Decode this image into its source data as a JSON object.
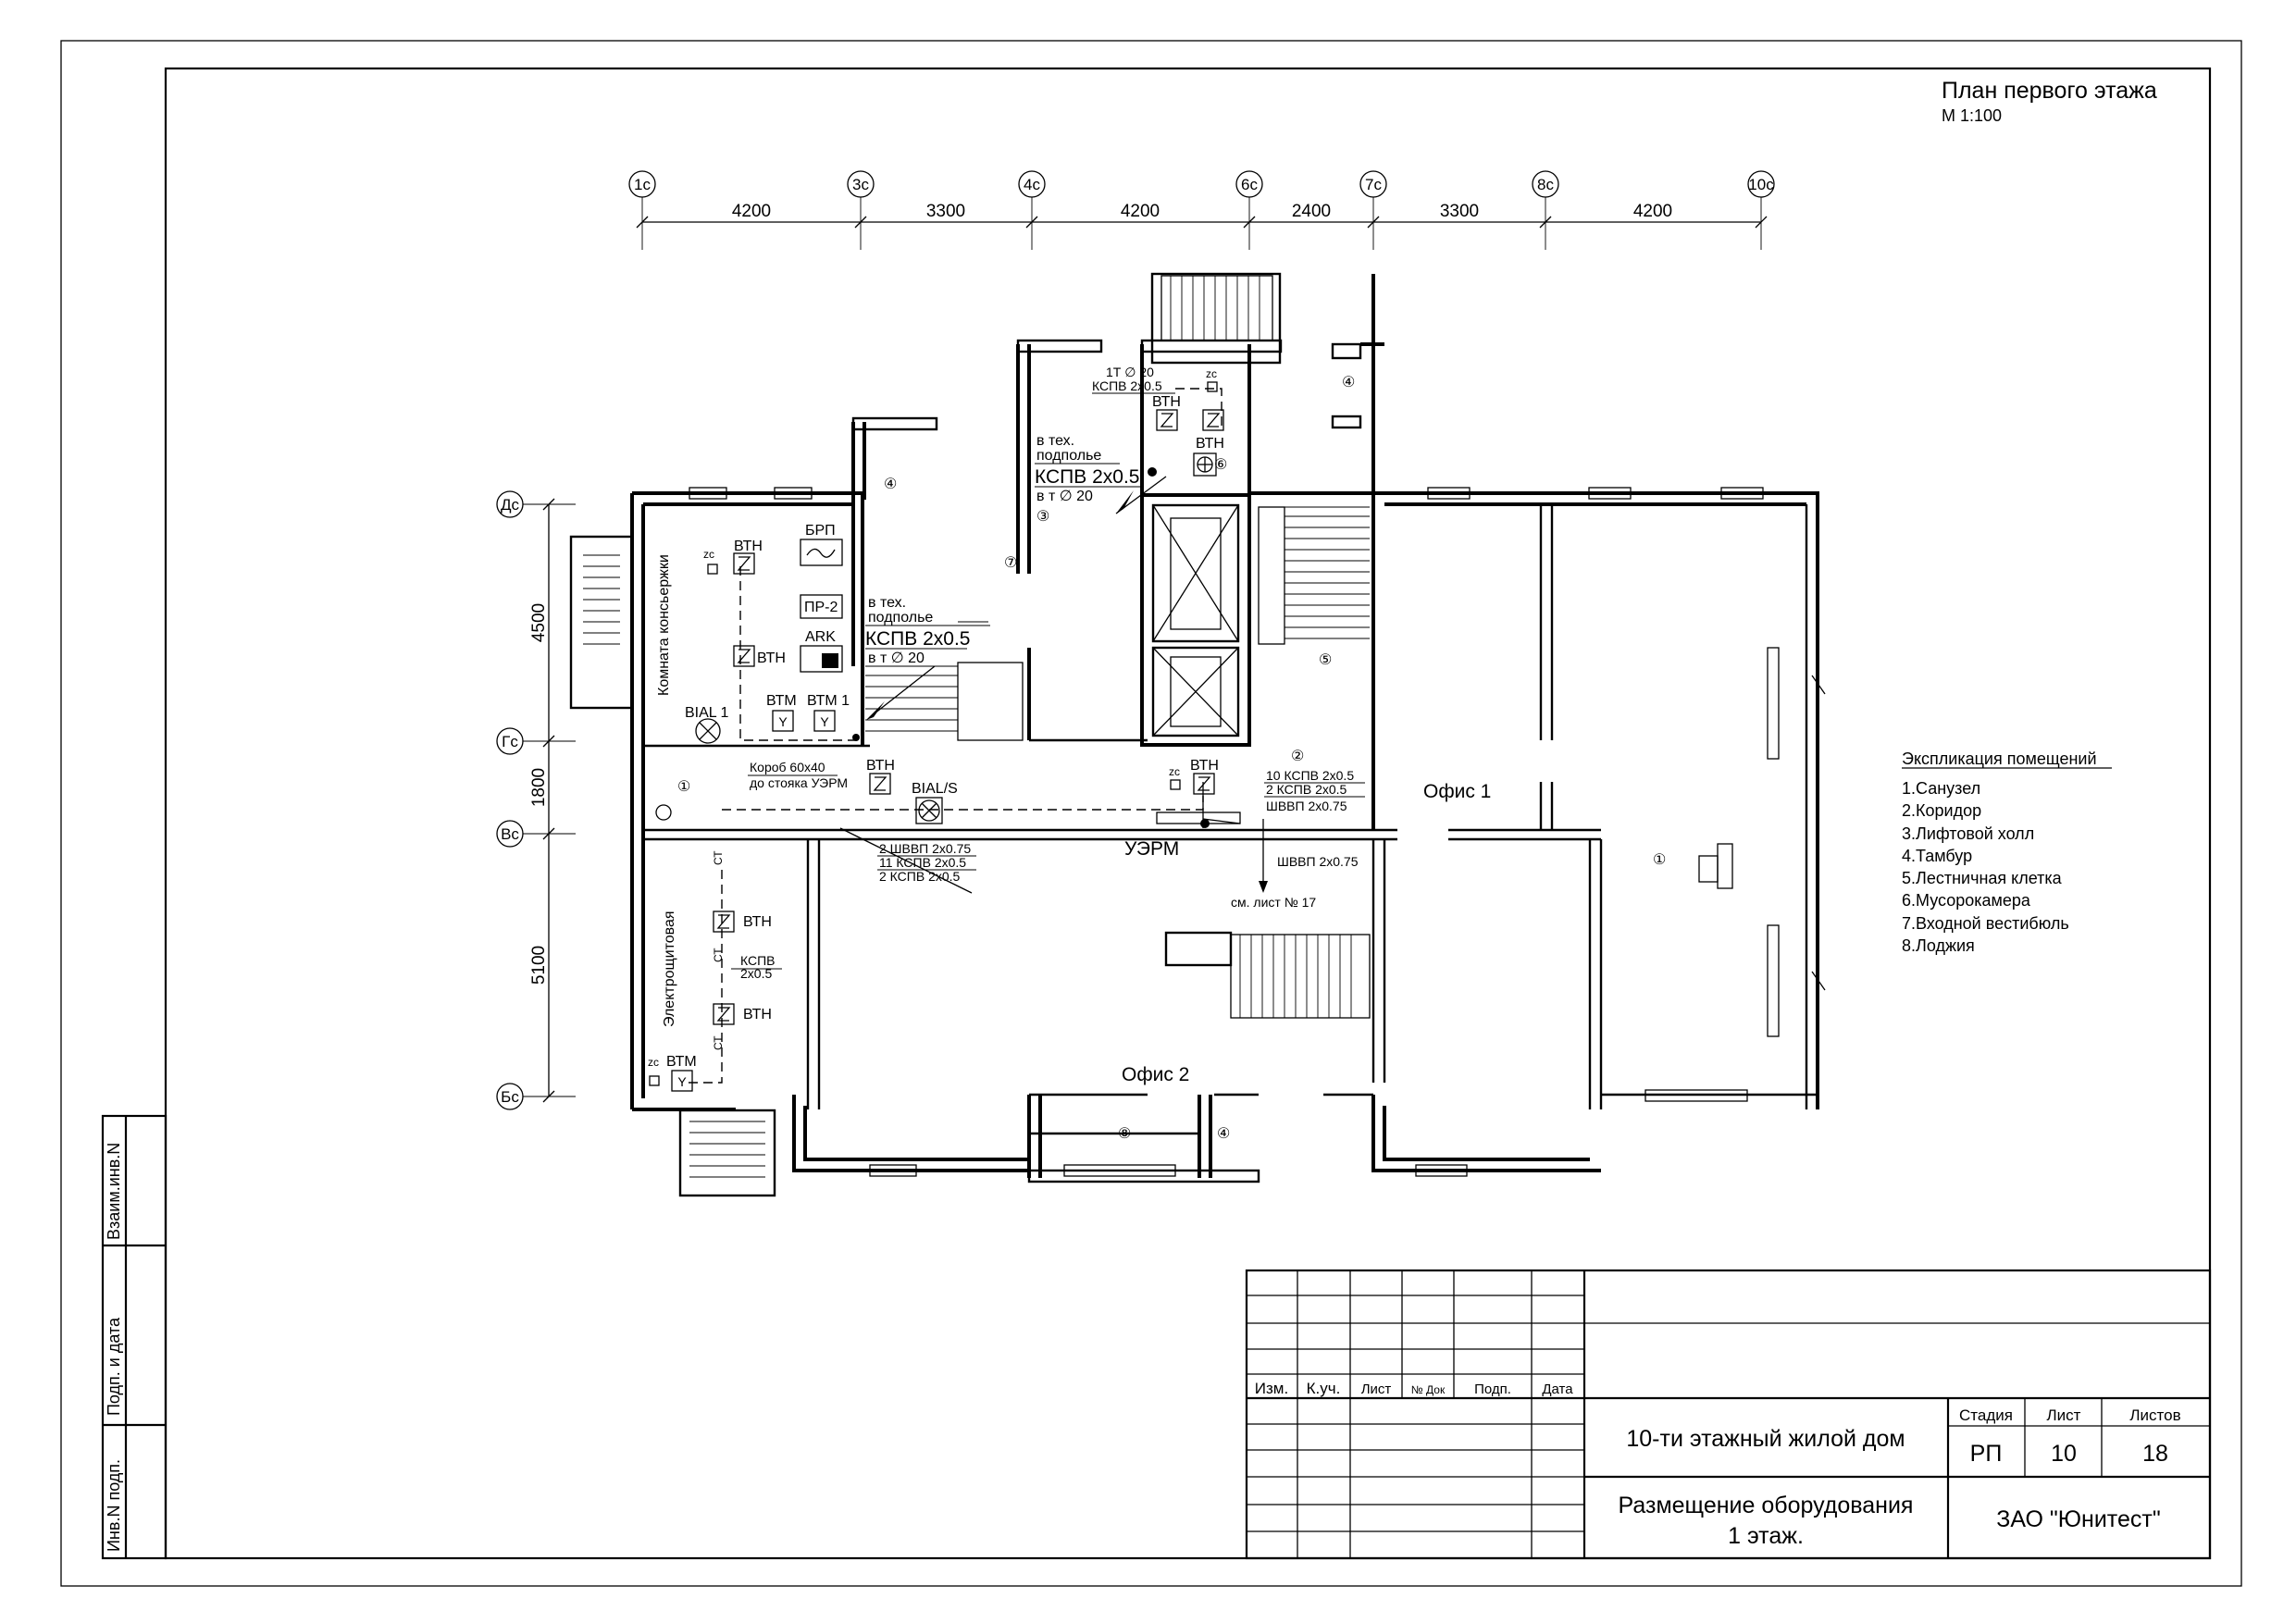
{
  "sheet": {
    "title": "План первого этажа",
    "scale": "М 1:100"
  },
  "axes": {
    "columns": [
      "1с",
      "3с",
      "4с",
      "6с",
      "7с",
      "8с",
      "10с"
    ],
    "column_spacings": [
      "4200",
      "3300",
      "4200",
      "2400",
      "3300",
      "4200"
    ],
    "rows": [
      "Дс",
      "Гс",
      "Вс",
      "Бс"
    ],
    "row_spacings": [
      "4500",
      "1800",
      "5100"
    ]
  },
  "rooms": {
    "concierge": "Комната консьержки",
    "switchboard": "Электрощитовая",
    "office1": "Офис 1",
    "office2": "Офис 2"
  },
  "room_markers": [
    "①",
    "②",
    "③",
    "④",
    "⑤",
    "⑥",
    "⑦",
    "⑧"
  ],
  "equipment": {
    "vtn": "ВТН",
    "vtm": "ВТМ",
    "vtm1": "ВТМ 1",
    "zc": "zc",
    "brp": "БРП",
    "pr2": "ПР-2",
    "ark": "ARK",
    "bial1": "BIAL 1",
    "bials": "BIAL/S",
    "uerm": "УЭРМ",
    "ct": "СТ"
  },
  "annotations": {
    "subfloor_a_1": "в тех.",
    "subfloor_a_2": "подполье",
    "subfloor_a_3": "КСПВ 2х0.5",
    "subfloor_a_4": "в т ∅ 20",
    "subfloor_b_1": "в тех.",
    "subfloor_b_2": "подполье",
    "subfloor_b_3": "КСПВ 2х0.5",
    "subfloor_b_4": "в т ∅  20",
    "pipe_1": "1Т ∅ 20",
    "pipe_2": "КСПВ 2х0.5",
    "box_1": "Короб 60х40",
    "box_2": "до стояка УЭРМ",
    "bundle_1": "2 ШВВП 2х0.75",
    "bundle_2": "11 КСПВ 2х0.5",
    "bundle_3": "2 КСПВ 2х0.5",
    "riser_1": "10 КСПВ 2х0.5",
    "riser_2": "2 КСПВ 2х0.5",
    "riser_3": "ШВВП 2х0.75",
    "shvvp": "ШВВП 2х0.75",
    "see_sheet": "см. лист № 17",
    "kspv_1": "КСПВ",
    "kspv_2": "2х0.5"
  },
  "legend": {
    "title": "Экспликация помещений",
    "items": [
      "1.Санузел",
      "2.Коридор",
      "3.Лифтовой холл",
      "4.Тамбур",
      "5.Лестничная клетка",
      "6.Мусорокамера",
      "7.Входной вестибюль",
      "8.Лоджия"
    ]
  },
  "side_stamp": [
    "Взаим.инв.N",
    "Подп. и дата",
    "Инв.N подп."
  ],
  "title_block": {
    "headers": [
      "Изм.",
      "К.уч.",
      "Лист",
      "№ Док",
      "Подп.",
      "Дата"
    ],
    "project": "10-ти этажный жилой дом",
    "sheet_title_1": "Размещение оборудования",
    "sheet_title_2": "1 этаж.",
    "stage_label": "Стадия",
    "sheet_label": "Лист",
    "sheets_label": "Листов",
    "stage": "РП",
    "sheet": "10",
    "sheets": "18",
    "company": "ЗАО \"Юнитест\""
  }
}
